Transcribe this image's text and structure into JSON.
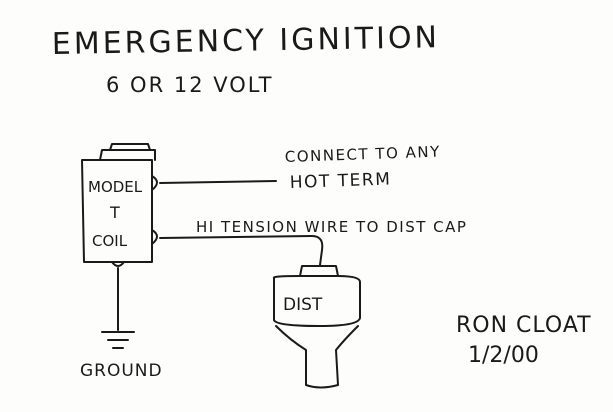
{
  "title": "EMERGENCY IGNITION",
  "subtitle": "6 OR 12 VOLT",
  "coil": {
    "line1": "MODEL",
    "line2": "T",
    "line3": "COIL"
  },
  "hot_label": {
    "line1": "CONNECT TO ANY",
    "line2": "HOT TERM"
  },
  "tension_label": "HI TENSION WIRE TO DIST CAP",
  "distributor_label": "DIST",
  "ground_label": "GROUND",
  "signature": {
    "name": "RON CLOAT",
    "date": "1/2/00"
  },
  "colors": {
    "ink": "#1a1a1a",
    "paper": "#fdfdfb"
  }
}
